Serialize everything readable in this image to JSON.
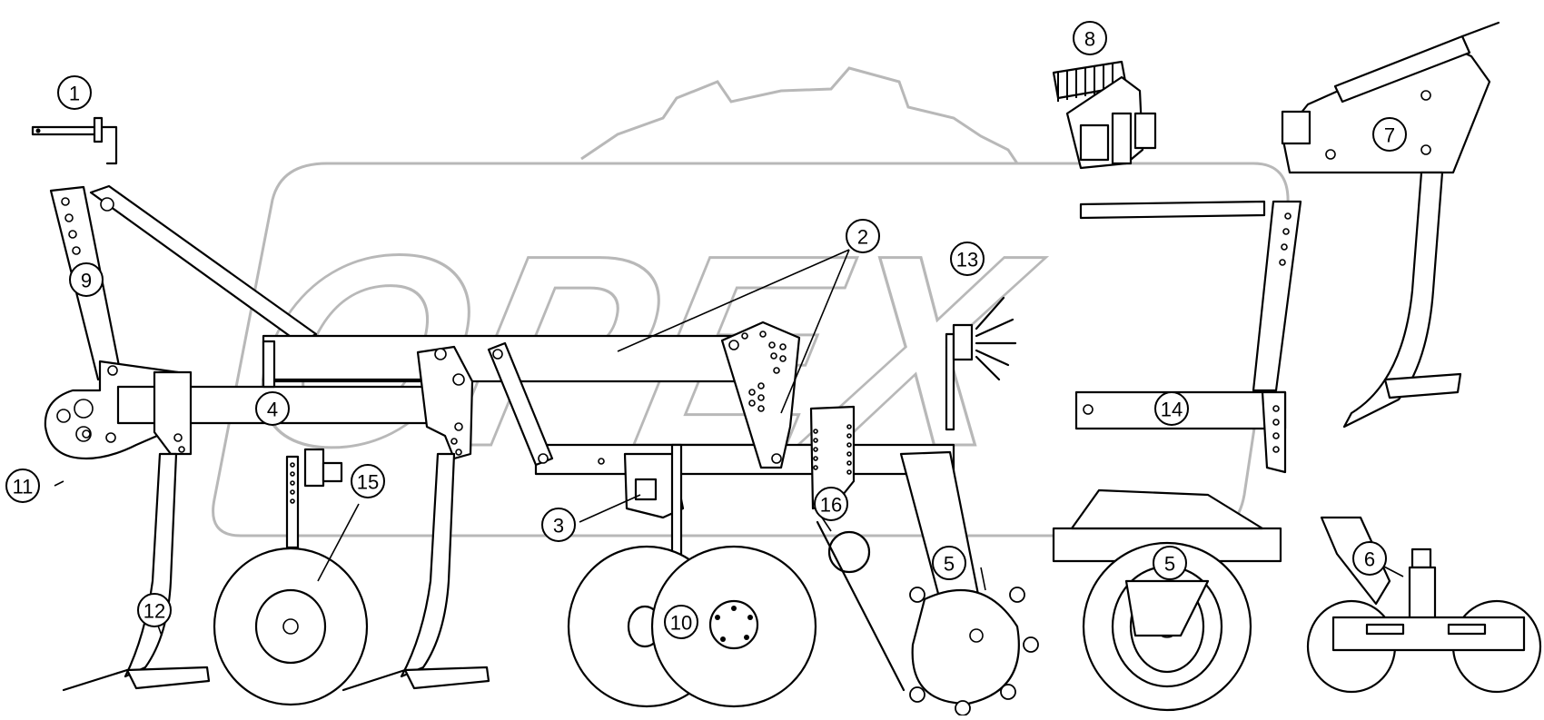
{
  "diagram": {
    "callouts": [
      {
        "id": "c1",
        "label": "1"
      },
      {
        "id": "c2",
        "label": "2"
      },
      {
        "id": "c3",
        "label": "3"
      },
      {
        "id": "c4",
        "label": "4"
      },
      {
        "id": "c5a",
        "label": "5"
      },
      {
        "id": "c5b",
        "label": "5"
      },
      {
        "id": "c6",
        "label": "6"
      },
      {
        "id": "c7",
        "label": "7"
      },
      {
        "id": "c8",
        "label": "8"
      },
      {
        "id": "c9",
        "label": "9"
      },
      {
        "id": "c10",
        "label": "10"
      },
      {
        "id": "c11",
        "label": "11"
      },
      {
        "id": "c12",
        "label": "12"
      },
      {
        "id": "c13",
        "label": "13"
      },
      {
        "id": "c14",
        "label": "14"
      },
      {
        "id": "c15",
        "label": "15"
      },
      {
        "id": "c16",
        "label": "16"
      }
    ],
    "watermark": "OPEX"
  }
}
